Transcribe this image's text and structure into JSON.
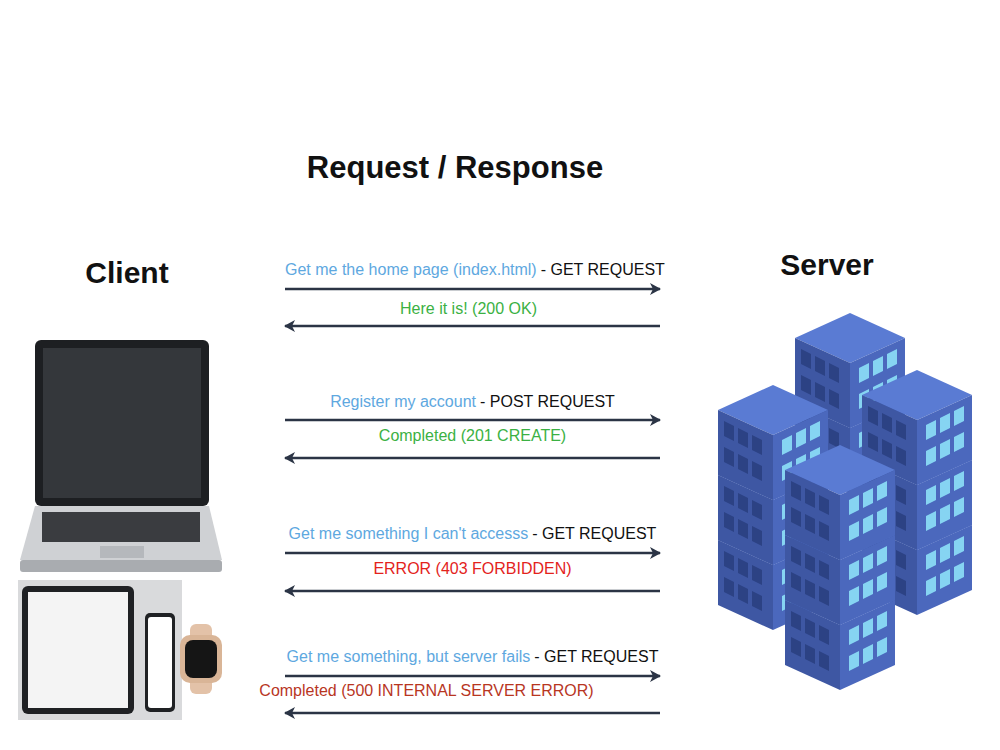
{
  "diagram": {
    "title": "Request / Response",
    "nodes": [
      {
        "text": [
          "Client"
        ]
      },
      {
        "text": [
          "Server"
        ]
      }
    ],
    "edges": [
      {
        "from": 0,
        "to": 1,
        "arrow": "to",
        "label": "Get me the home page (index.html)"
      },
      {
        "from": 1,
        "to": 0,
        "arrow": "to",
        "label": "Here it is! (200 OK)"
      },
      {
        "from": 0,
        "to": 1,
        "arrow": "to",
        "label": "Register my account"
      },
      {
        "from": 1,
        "to": 0,
        "arrow": "to",
        "label": "Completed (201 CREATE)"
      },
      {
        "from": 0,
        "to": 1,
        "arrow": "to",
        "label": "Get me something I can't accesss"
      },
      {
        "from": 1,
        "to": 0,
        "arrow": "to",
        "label": "ERROR (403 FORBIDDEN)"
      },
      {
        "from": 0,
        "to": 1,
        "arrow": "to",
        "label": "Get me something, but server fails"
      },
      {
        "from": 1,
        "to": 0,
        "arrow": "to",
        "label": "Completed (500 INTERNAL SERVER ERROR)"
      }
    ],
    "labels": [
      "- GET REQUEST",
      "- POST REQUEST",
      "- GET REQUEST",
      "- GET REQUEST"
    ]
  }
}
